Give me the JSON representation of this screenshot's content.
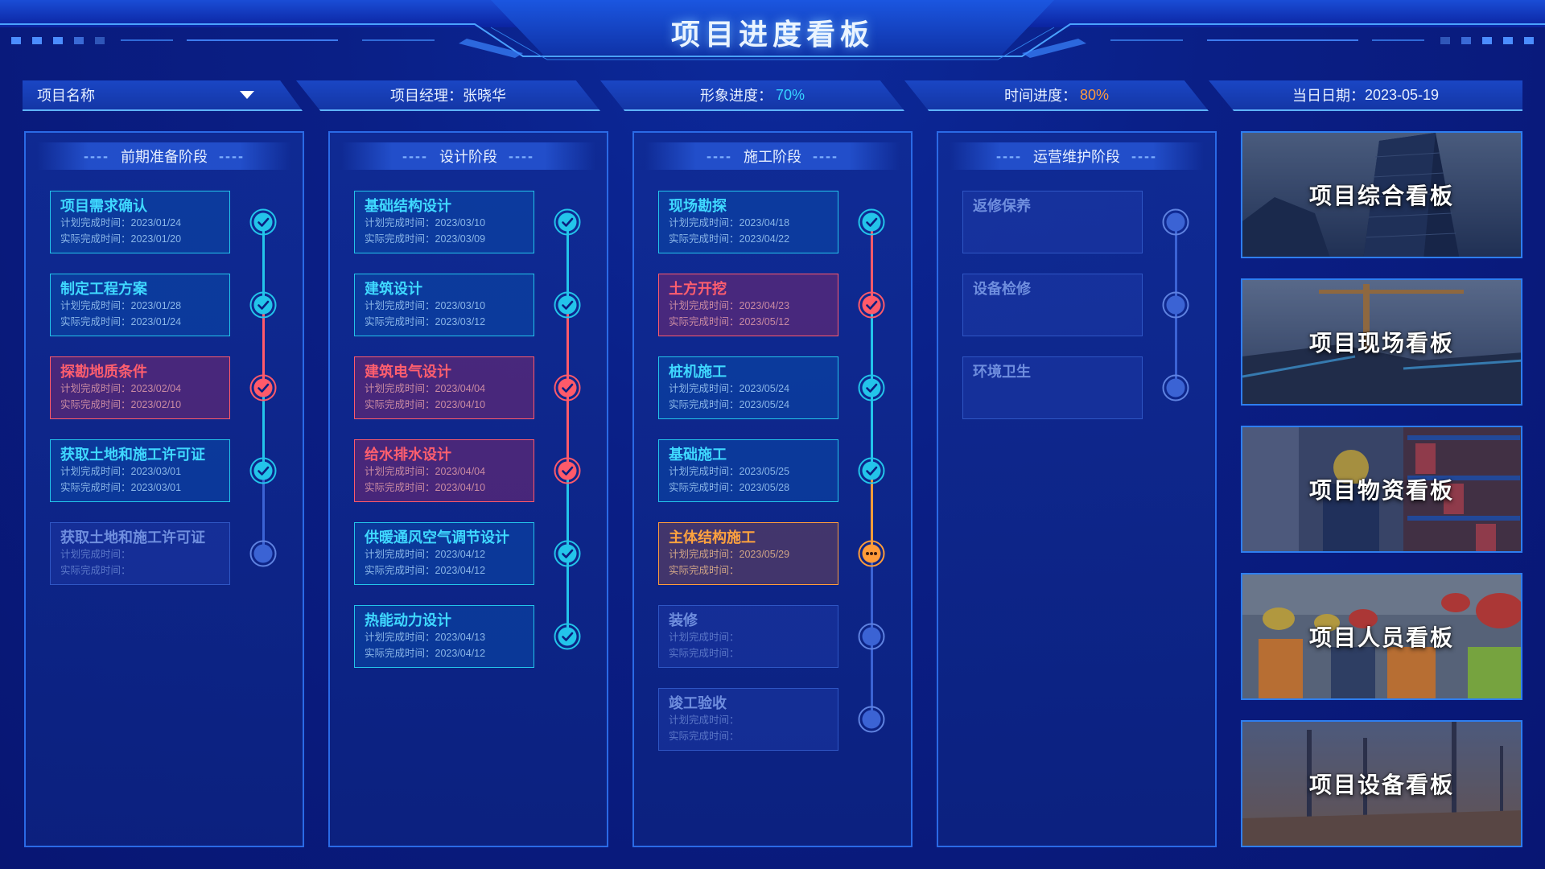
{
  "header": {
    "title": "项目进度看板"
  },
  "infobar": {
    "project_name": "项目名称",
    "manager_label": "项目经理：",
    "manager_value": "张晓华",
    "image_progress_label": "形象进度：",
    "image_progress_value": "70%",
    "time_progress_label": "时间进度：",
    "time_progress_value": "80%",
    "date_label": "当日日期：",
    "date_value": "2023-05-19"
  },
  "colors": {
    "done": "#23c4ea",
    "late": "#ff5a6a",
    "active": "#ff9c3a",
    "pending": "#3b63d4"
  },
  "stages": [
    {
      "title": "前期准备阶段",
      "tasks": [
        {
          "name": "项目需求确认",
          "plan_label": "计划完成时间：",
          "plan": "2023/01/24",
          "actual_label": "实际完成时间：",
          "actual": "2023/01/20",
          "status": "done"
        },
        {
          "name": "制定工程方案",
          "plan_label": "计划完成时间：",
          "plan": "2023/01/28",
          "actual_label": "实际完成时间：",
          "actual": "2023/01/24",
          "status": "done"
        },
        {
          "name": "探勘地质条件",
          "plan_label": "计划完成时间：",
          "plan": "2023/02/04",
          "actual_label": "实际完成时间：",
          "actual": "2023/02/10",
          "status": "late"
        },
        {
          "name": "获取土地和施工许可证",
          "plan_label": "计划完成时间：",
          "plan": "2023/03/01",
          "actual_label": "实际完成时间：",
          "actual": "2023/03/01",
          "status": "done"
        },
        {
          "name": "获取土地和施工许可证",
          "plan_label": "计划完成时间：",
          "plan": "",
          "actual_label": "实际完成时间：",
          "actual": "",
          "status": "pending"
        }
      ]
    },
    {
      "title": "设计阶段",
      "tasks": [
        {
          "name": "基础结构设计",
          "plan_label": "计划完成时间：",
          "plan": "2023/03/10",
          "actual_label": "实际完成时间：",
          "actual": "2023/03/09",
          "status": "done"
        },
        {
          "name": "建筑设计",
          "plan_label": "计划完成时间：",
          "plan": "2023/03/10",
          "actual_label": "实际完成时间：",
          "actual": "2023/03/12",
          "status": "done"
        },
        {
          "name": "建筑电气设计",
          "plan_label": "计划完成时间：",
          "plan": "2023/04/04",
          "actual_label": "实际完成时间：",
          "actual": "2023/04/10",
          "status": "late"
        },
        {
          "name": "给水排水设计",
          "plan_label": "计划完成时间：",
          "plan": "2023/04/04",
          "actual_label": "实际完成时间：",
          "actual": "2023/04/10",
          "status": "late"
        },
        {
          "name": "供暖通风空气调节设计",
          "plan_label": "计划完成时间：",
          "plan": "2023/04/12",
          "actual_label": "实际完成时间：",
          "actual": "2023/04/12",
          "status": "done"
        },
        {
          "name": "热能动力设计",
          "plan_label": "计划完成时间：",
          "plan": "2023/04/13",
          "actual_label": "实际完成时间：",
          "actual": "2023/04/12",
          "status": "done"
        }
      ]
    },
    {
      "title": "施工阶段",
      "tasks": [
        {
          "name": "现场勘探",
          "plan_label": "计划完成时间：",
          "plan": "2023/04/18",
          "actual_label": "实际完成时间：",
          "actual": "2023/04/22",
          "status": "done"
        },
        {
          "name": "土方开挖",
          "plan_label": "计划完成时间：",
          "plan": "2023/04/23",
          "actual_label": "实际完成时间：",
          "actual": "2023/05/12",
          "status": "late"
        },
        {
          "name": "桩机施工",
          "plan_label": "计划完成时间：",
          "plan": "2023/05/24",
          "actual_label": "实际完成时间：",
          "actual": "2023/05/24",
          "status": "done"
        },
        {
          "name": "基础施工",
          "plan_label": "计划完成时间：",
          "plan": "2023/05/25",
          "actual_label": "实际完成时间：",
          "actual": "2023/05/28",
          "status": "done"
        },
        {
          "name": "主体结构施工",
          "plan_label": "计划完成时间：",
          "plan": "2023/05/29",
          "actual_label": "实际完成时间：",
          "actual": "",
          "status": "active"
        },
        {
          "name": "装修",
          "plan_label": "计划完成时间：",
          "plan": "",
          "actual_label": "实际完成时间：",
          "actual": "",
          "status": "pending"
        },
        {
          "name": "竣工验收",
          "plan_label": "计划完成时间：",
          "plan": "",
          "actual_label": "实际完成时间：",
          "actual": "",
          "status": "pending"
        }
      ]
    },
    {
      "title": "运营维护阶段",
      "tasks": [
        {
          "name": "返修保养",
          "status": "pending_blank"
        },
        {
          "name": "设备检修",
          "status": "pending_blank"
        },
        {
          "name": "环境卫生",
          "status": "pending_blank"
        }
      ]
    }
  ],
  "boards": [
    {
      "label": "项目综合看板",
      "icon": "building-photo"
    },
    {
      "label": "项目现场看板",
      "icon": "crane-site-photo"
    },
    {
      "label": "项目物资看板",
      "icon": "warehouse-photo"
    },
    {
      "label": "项目人员看板",
      "icon": "workers-photo"
    },
    {
      "label": "项目设备看板",
      "icon": "pile-driver-photo"
    }
  ]
}
